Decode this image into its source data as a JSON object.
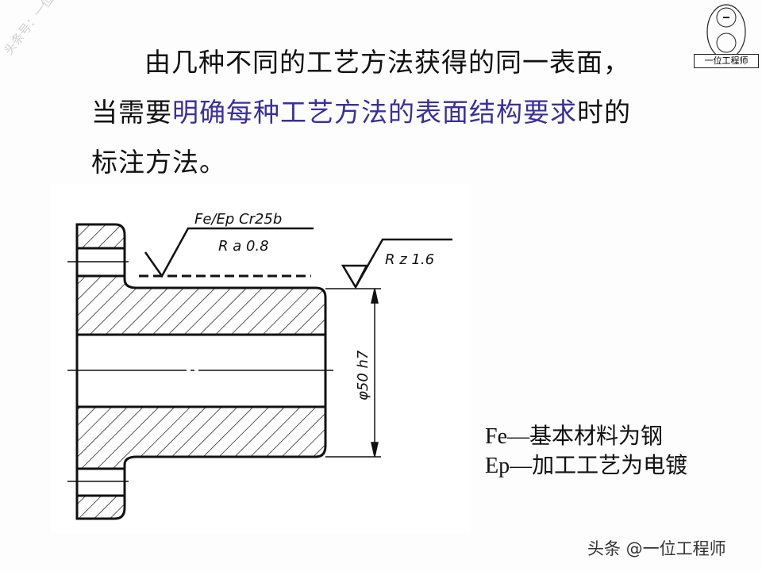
{
  "watermark": "头条号：一位工程师",
  "logo": {
    "text": "一位工程师"
  },
  "heading": {
    "line1": "由几种不同的工艺方法获得的同一表面，",
    "line2_prefix": "当需要",
    "line2_highlight": "明确每种工艺方法的表面结构要求",
    "line2_suffix": "时的",
    "line3": "标注方法。",
    "highlight_color": "#3b2f9c"
  },
  "drawing": {
    "symbol1_top": "Fe/Ep Cr25b",
    "symbol1_bottom": "R a 0.8",
    "symbol2": "R z 1.6",
    "dimension": "φ50 h7"
  },
  "notes": [
    "Fe—基本材料为钢",
    "Ep—加工工艺为电镀"
  ],
  "footer": "头条 @一位工程师"
}
